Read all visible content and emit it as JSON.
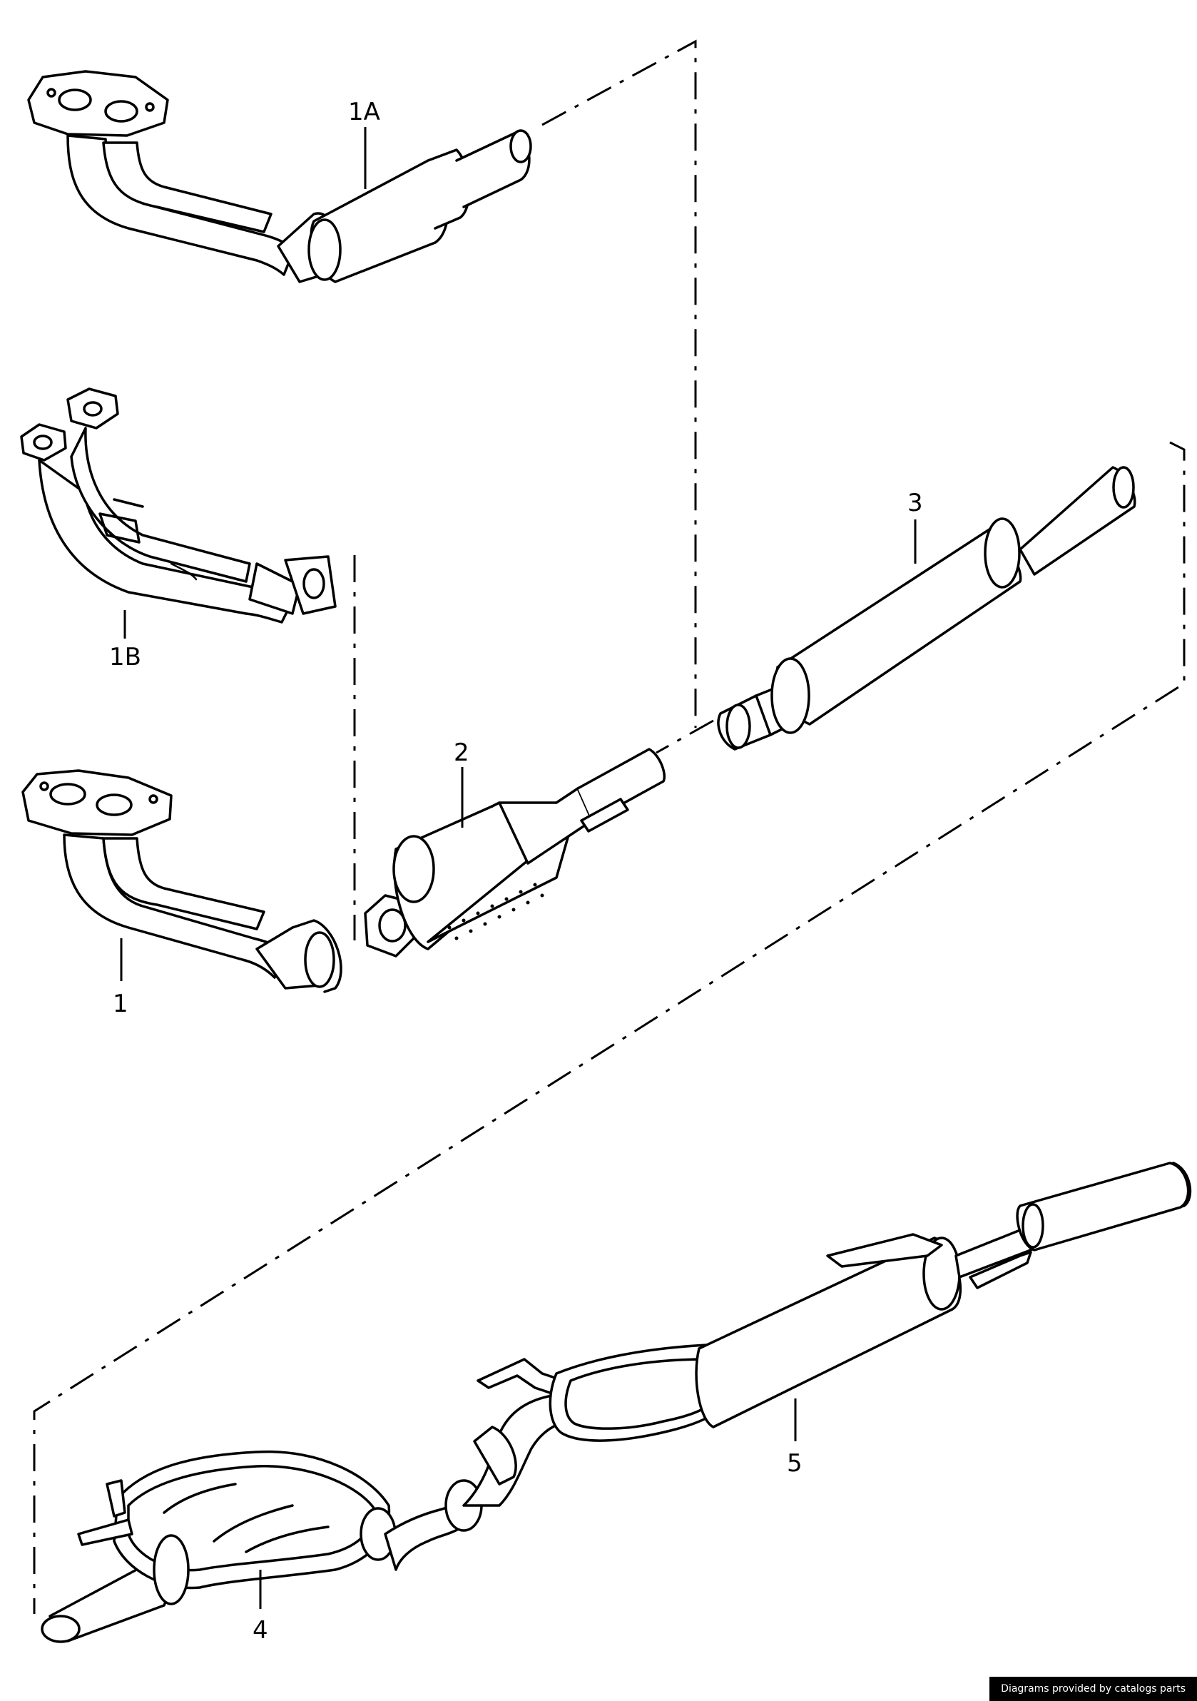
{
  "diagram": {
    "labels": {
      "part_1a": "1A",
      "part_1b": "1B",
      "part_1": "1",
      "part_2": "2",
      "part_3": "3",
      "part_4": "4",
      "part_5": "5"
    }
  },
  "footer": {
    "credit": "Diagrams provided by catalogs parts"
  }
}
